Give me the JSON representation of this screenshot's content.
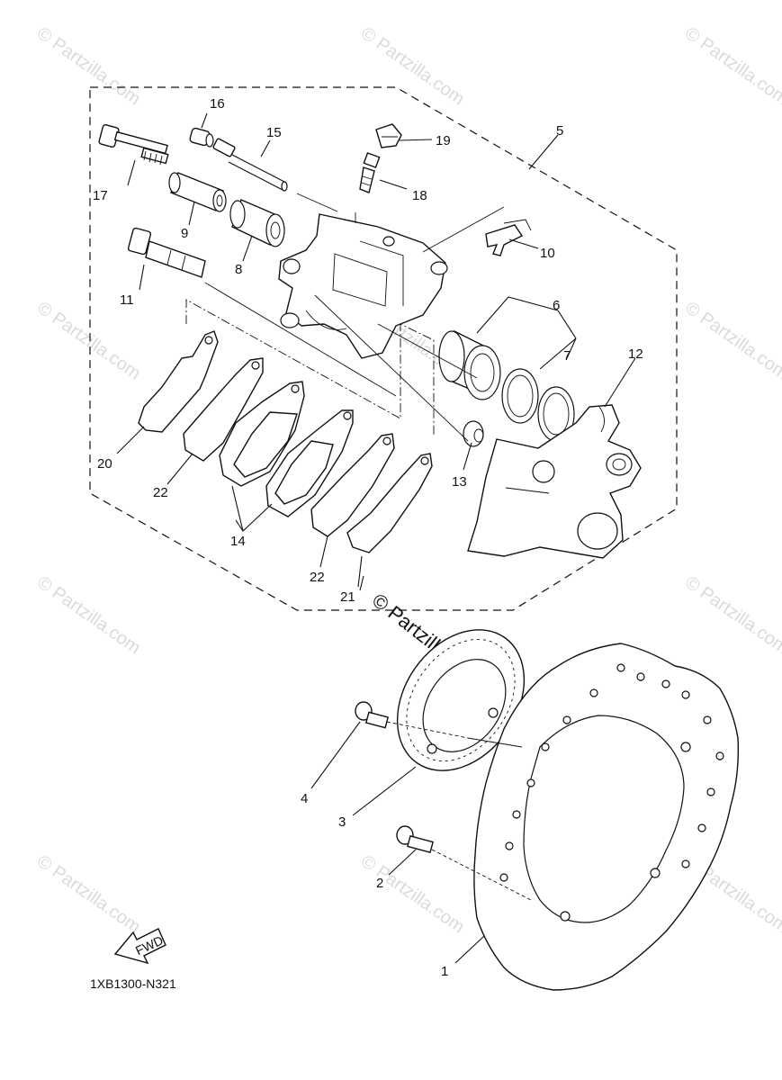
{
  "diagram": {
    "code": "1XB1300-N321",
    "fwd_label": "FWD",
    "watermark": "© Partzilla.com",
    "callouts": [
      "1",
      "2",
      "3",
      "4",
      "5",
      "6",
      "7",
      "8",
      "9",
      "10",
      "11",
      "12",
      "13",
      "14",
      "15",
      "16",
      "17",
      "18",
      "19",
      "20",
      "21",
      "22"
    ]
  }
}
